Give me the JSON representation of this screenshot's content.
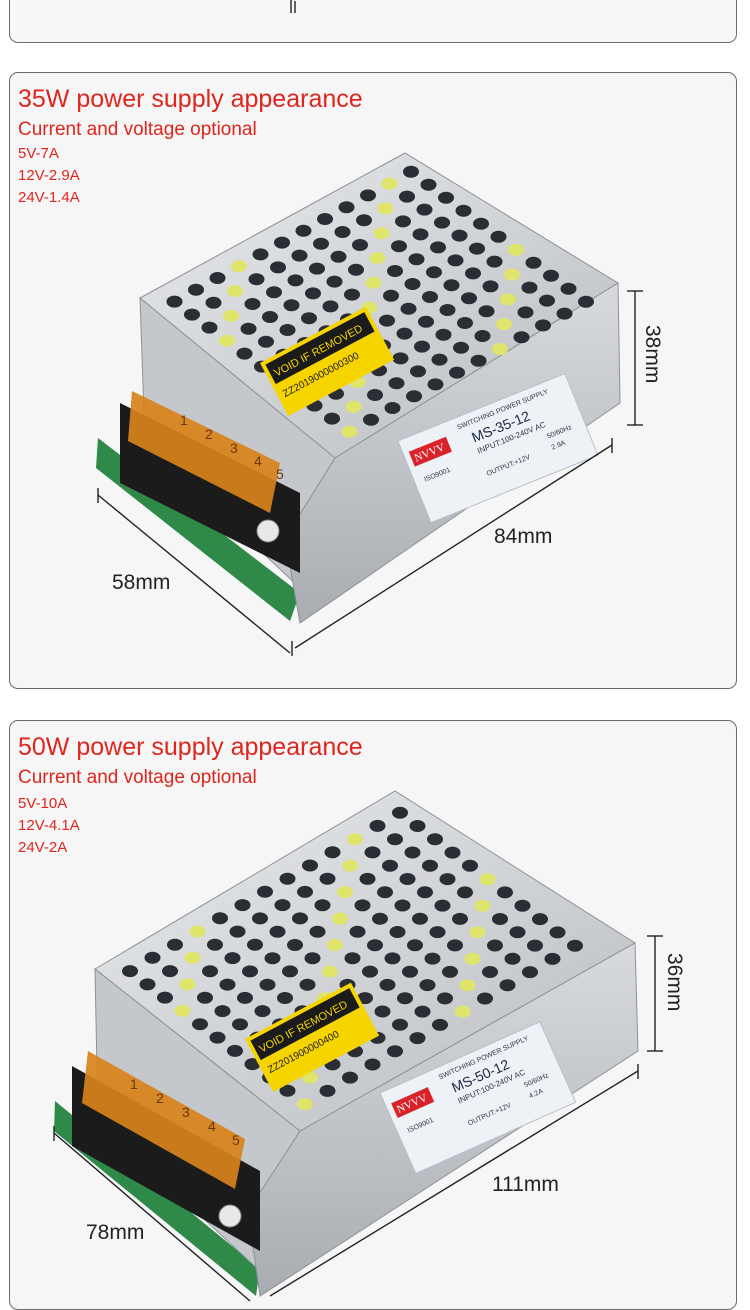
{
  "sections": [
    {
      "title": "35W power supply appearance",
      "subtitle": "Current and voltage optional",
      "options": [
        "5V-7A",
        "12V-2.9A",
        "24V-1.4A"
      ],
      "dims": {
        "height": "38mm",
        "length": "84mm",
        "width": "58mm"
      },
      "label": {
        "brand": "NVVV",
        "model": "MS-35-12",
        "header": "SWITCHING POWER SUPPLY",
        "input": "INPUT:100-240V AC",
        "freq": "50/60Hz",
        "output": "OUTPUT:+12V",
        "amps": "2.9A",
        "iso": "ISO9001"
      },
      "seal": {
        "text": "VOID IF REMOVED",
        "serial": "ZZ2019000000300"
      }
    },
    {
      "title": "50W power supply appearance",
      "subtitle": "Current and voltage optional",
      "options": [
        "5V-10A",
        "12V-4.1A",
        "24V-2A"
      ],
      "dims": {
        "height": "36mm",
        "length": "111mm",
        "width": "78mm"
      },
      "label": {
        "brand": "NVVV",
        "model": "MS-50-12",
        "header": "SWITCHING POWER SUPPLY",
        "input": "INPUT:100-240V AC",
        "freq": "50/60Hz",
        "output": "OUTPUT:+12V",
        "amps": "4.2A",
        "iso": "ISO9001"
      },
      "seal": {
        "text": "VOID IF REMOVED",
        "serial": "ZZ201900000400"
      }
    }
  ],
  "terminal_numbers": [
    "1",
    "2",
    "3",
    "4",
    "5"
  ],
  "colors": {
    "accent": "#e0251e",
    "case": "#c9ccd0",
    "terminal_cover": "#d8821a",
    "seal": "#f5d400",
    "pcb": "#2f8a4a",
    "brand_red": "#d8232a"
  }
}
